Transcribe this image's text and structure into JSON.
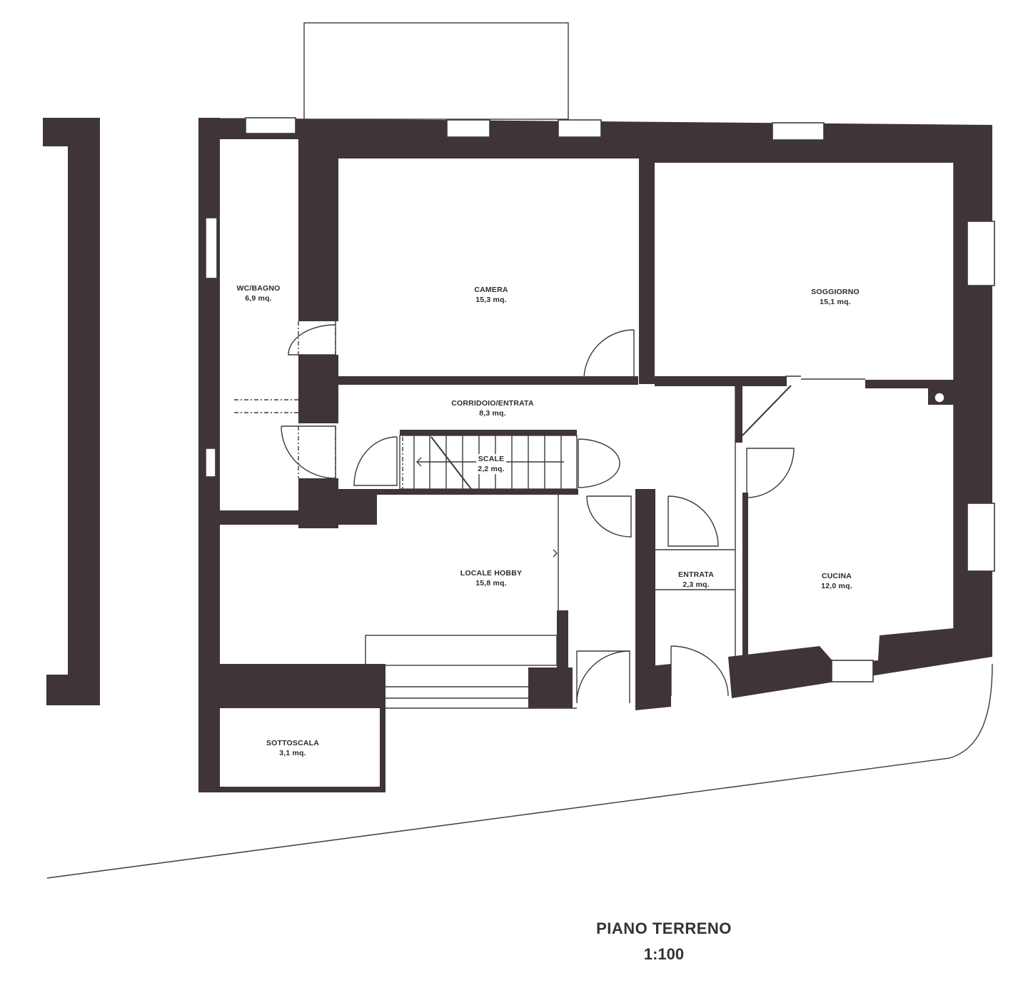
{
  "drawing": {
    "title": "PIANO TERRENO",
    "scale": "1:100",
    "colors": {
      "wall": "#3f3436",
      "line": "#3a3a3a",
      "background": "#ffffff"
    }
  },
  "rooms": [
    {
      "id": "wc-bagno",
      "name": "WC/BAGNO",
      "area": "6,9 mq."
    },
    {
      "id": "camera",
      "name": "CAMERA",
      "area": "15,3 mq."
    },
    {
      "id": "soggiorno",
      "name": "SOGGIORNO",
      "area": "15,1 mq."
    },
    {
      "id": "corridoio-entrata",
      "name": "CORRIDOIO/ENTRATA",
      "area": "8,3 mq."
    },
    {
      "id": "scale",
      "name": "SCALE",
      "area": "2,2 mq."
    },
    {
      "id": "locale-hobby",
      "name": "LOCALE HOBBY",
      "area": "15,8 mq."
    },
    {
      "id": "entrata",
      "name": "ENTRATA",
      "area": "2,3 mq."
    },
    {
      "id": "cucina",
      "name": "CUCINA",
      "area": "12,0 mq."
    },
    {
      "id": "sottoscala",
      "name": "SOTTOSCALA",
      "area": "3,1 mq."
    }
  ]
}
